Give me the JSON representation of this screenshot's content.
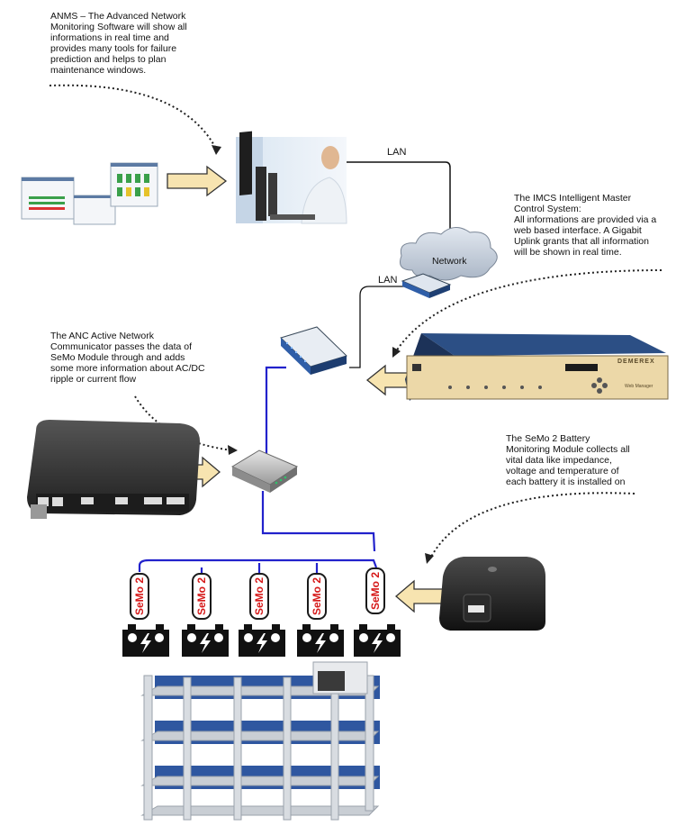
{
  "captions": {
    "anms": [
      "ANMS – The Advanced Network",
      "Monitoring Software will show all",
      "informations in real time and",
      "provides many tools for failure",
      "prediction and helps to plan",
      "maintenance windows."
    ],
    "imcs": [
      "The IMCS Intelligent Master",
      "Control System:",
      "All informations are provided via a",
      "web based interface. A Gigabit",
      "Uplink grants that all information",
      "will be shown in real time."
    ],
    "anc": [
      "The ANC Active Network",
      "Communicator passes the data of",
      "SeMo Module through and adds",
      "some more information about AC/DC",
      "ripple or current flow"
    ],
    "semo": [
      "The SeMo 2 Battery",
      "Monitoring Module collects all",
      "vital data like impedance,",
      "voltage and temperature of",
      "each battery it is installed on"
    ]
  },
  "labels": {
    "lan_top": "LAN",
    "lan_switch": "LAN",
    "network_cloud": "Network",
    "imcs_brand": "DEMEREX",
    "imcs_sub": "Web Manager"
  },
  "modules": [
    {
      "label": "SeMo 2"
    },
    {
      "label": "SeMo 2"
    },
    {
      "label": "SeMo 2"
    },
    {
      "label": "SeMo 2"
    },
    {
      "label": "SeMo 2"
    }
  ],
  "colors": {
    "arrow_fill": "#f7e4b0",
    "arrow_stroke": "#333333",
    "bus_line": "#2222cc",
    "semo_text": "#d61a1a",
    "switch_blue": "#2f5ea8",
    "cloud": "#c8d3e0"
  }
}
